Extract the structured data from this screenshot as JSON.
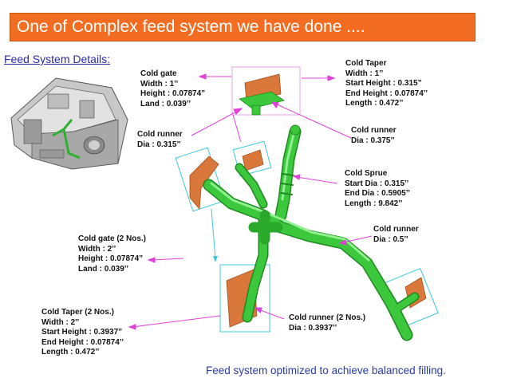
{
  "title": "One of Complex feed system we have done ....",
  "subtitle": "Feed System Details:",
  "footer": "Feed system optimized to achieve balanced filling.",
  "colors": {
    "title_bg": "#f26d21",
    "subtitle": "#2a2aa8",
    "callout_line": "#e040d8",
    "callout_box": "#e8a0e8",
    "runner_green": "#3cc83c",
    "part_orange": "#d9783a",
    "footer_text": "#2a3aa8",
    "cyan_box": "#40c8d8"
  },
  "labels": {
    "cold_gate_top": {
      "title": "Cold gate",
      "lines": [
        "Width : 1’’",
        "Height : 0.07874”",
        "Land : 0.039’’"
      ]
    },
    "cold_taper_top": {
      "title": "Cold Taper",
      "lines": [
        "Width : 1’’",
        "Start Height : 0.315”",
        "End Height : 0.07874’’",
        "Length : 0.472’’"
      ]
    },
    "cold_runner_left": {
      "title": "Cold runner",
      "lines": [
        "Dia : 0.315’’"
      ]
    },
    "cold_runner_right": {
      "title": "Cold runner",
      "lines": [
        "Dia : 0.375’’"
      ]
    },
    "cold_sprue": {
      "title": "Cold Sprue",
      "lines": [
        "Start Dia : 0.315’’",
        "End Dia : 0.5905’’",
        "Length : 9.842’’"
      ]
    },
    "cold_runner_mid": {
      "title": "Cold runner",
      "lines": [
        "Dia : 0.5’’"
      ]
    },
    "cold_gate_2": {
      "title": "Cold gate (2 Nos.)",
      "lines": [
        "Width : 2’’",
        "Height : 0.07874”",
        "Land : 0.039’’"
      ]
    },
    "cold_taper_2": {
      "title": "Cold Taper (2 Nos.)",
      "lines": [
        "Width : 2’’",
        "Start Height : 0.3937”",
        "End Height : 0.07874’’",
        "Length : 0.472’’"
      ]
    },
    "cold_runner_2": {
      "title": "Cold runner (2 Nos.)",
      "lines": [
        "Dia : 0.3937’’"
      ]
    }
  }
}
